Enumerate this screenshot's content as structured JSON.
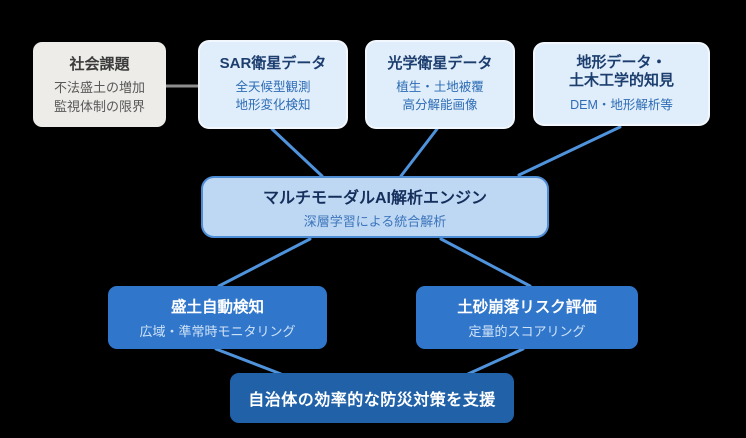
{
  "diagram": {
    "nodes": {
      "problem": {
        "title": "社会課題",
        "sub1": "不法盛土の増加",
        "sub2": "監視体制の限界"
      },
      "sar": {
        "title": "SAR衛星データ",
        "sub1": "全天候型観測",
        "sub2": "地形変化検知"
      },
      "optical": {
        "title": "光学衛星データ",
        "sub1": "植生・土地被覆",
        "sub2": "高分解能画像"
      },
      "terrain": {
        "title1": "地形データ・",
        "title2": "土木工学的知見",
        "sub1": "DEM・地形解析等"
      },
      "engine": {
        "title": "マルチモーダルAI解析エンジン",
        "subtitle": "深層学習による統合解析"
      },
      "detection": {
        "title": "盛土自動検知",
        "subtitle": "広域・準常時モニタリング"
      },
      "risk": {
        "title": "土砂崩落リスク評価",
        "subtitle": "定量的スコアリング"
      },
      "outcome": {
        "title": "自治体の効率的な防災対策を支援"
      }
    },
    "colors": {
      "background": "#000000",
      "connector_blue": "#4f93dc",
      "connector_gray": "#8e8e8e",
      "problem_box_bg": "#edece8",
      "source_box_bg": "#e0edfa",
      "engine_box_bg": "#bed8f4",
      "engine_box_border": "#4e8cd4",
      "action_box_bg": "#3076cb",
      "outcome_box_bg": "#2061a8",
      "dark_navy_text": "#1c3e6f",
      "medium_blue_text": "#2d6cb5",
      "white_text": "#ffffff"
    }
  }
}
